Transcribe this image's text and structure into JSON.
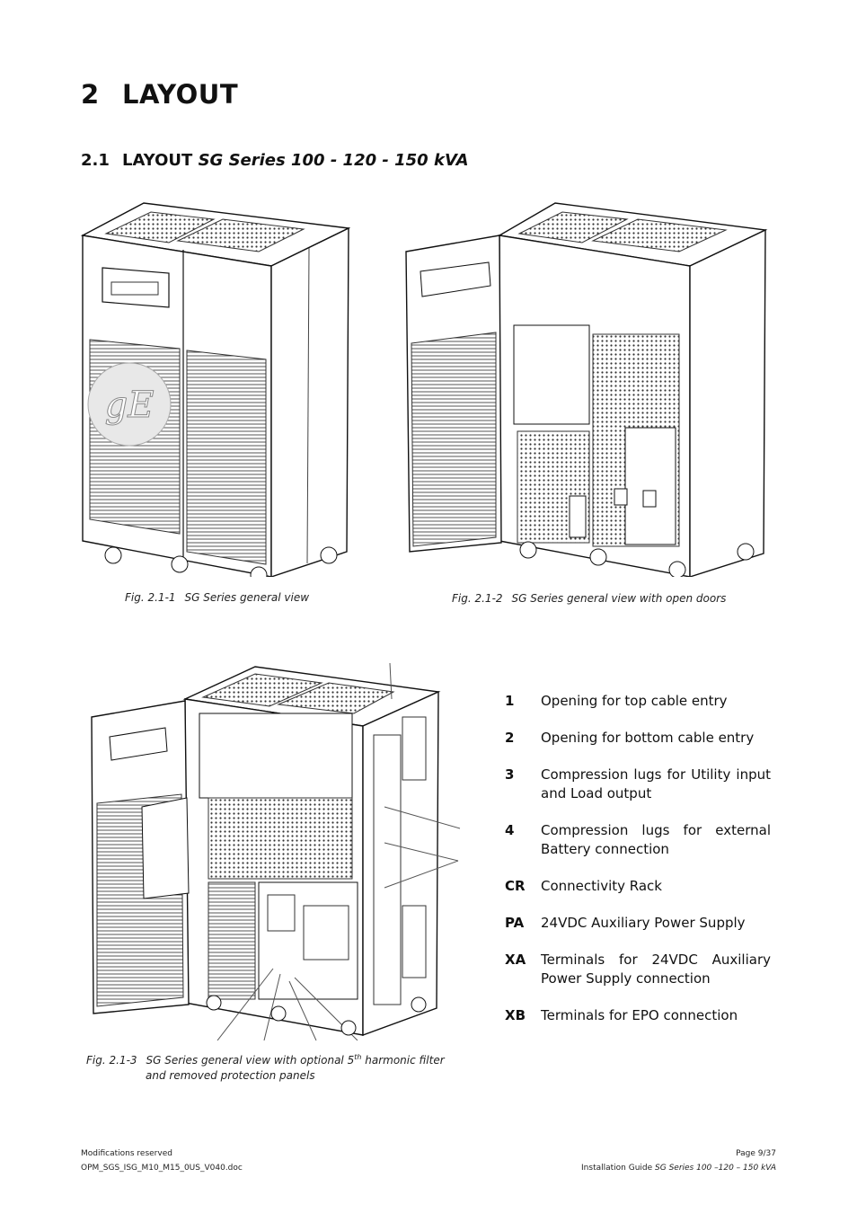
{
  "heading": {
    "number": "2",
    "title": "LAYOUT"
  },
  "subheading": {
    "number": "2.1",
    "title_plain": "LAYOUT",
    "title_italic": "SG Series 100 - 120 - 150 kVA"
  },
  "figures": [
    {
      "label": "Fig. 2.1-1",
      "caption": "SG Series general view"
    },
    {
      "label": "Fig. 2.1-2",
      "caption": "SG Series general view with open doors"
    },
    {
      "label": "Fig. 2.1-3",
      "caption_pre": "SG Series general view with optional 5",
      "caption_sup": "th",
      "caption_post": " harmonic filter",
      "caption_line2": "and removed protection panels"
    }
  ],
  "legend": [
    {
      "key": "1",
      "text": "Opening for top cable entry"
    },
    {
      "key": "2",
      "text": "Opening for bottom cable entry"
    },
    {
      "key": "3",
      "text": "Compression lugs for Utility input and Load output"
    },
    {
      "key": "4",
      "text": "Compression lugs for external Battery connection"
    },
    {
      "key": "CR",
      "text": "Connectivity Rack"
    },
    {
      "key": "PA",
      "text": "24VDC Auxiliary Power Supply"
    },
    {
      "key": "XA",
      "text": "Terminals for 24VDC Auxiliary Power Supply connection"
    },
    {
      "key": "XB",
      "text": "Terminals for EPO connection"
    }
  ],
  "footer": {
    "left_line1": "Modifications reserved",
    "left_line2": "OPM_SGS_ISG_M10_M15_0US_V040.doc",
    "right_line1": "Page 9/37",
    "right_line2_plain": "Installation Guide ",
    "right_line2_italic": "SG Series 100 –120 – 150 kVA"
  }
}
